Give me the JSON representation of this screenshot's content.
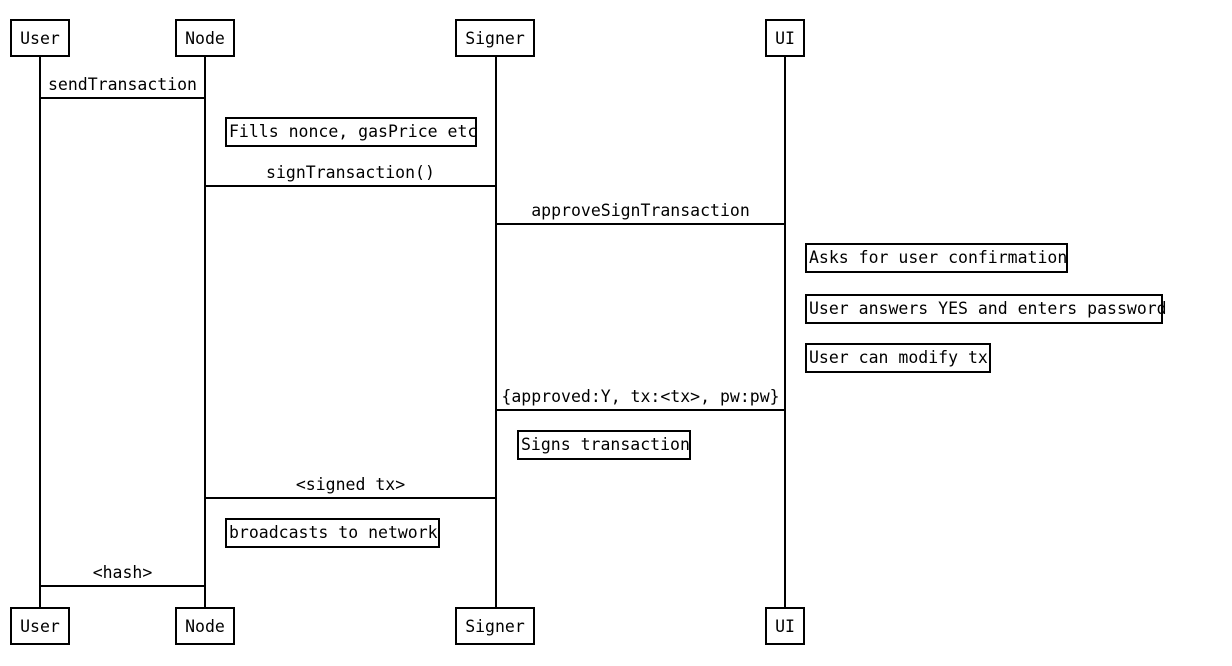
{
  "diagram": {
    "type": "sequence",
    "colors": {
      "background": "#ffffff",
      "stroke": "#000000",
      "text": "#000000"
    },
    "actors": [
      {
        "name": "User"
      },
      {
        "name": "Node"
      },
      {
        "name": "Signer"
      },
      {
        "name": "UI"
      }
    ],
    "messages": [
      {
        "kind": "message",
        "from": "User",
        "to": "Node",
        "label": "sendTransaction"
      },
      {
        "kind": "note",
        "on": "Node",
        "label": "Fills nonce, gasPrice etc"
      },
      {
        "kind": "message",
        "from": "Node",
        "to": "Signer",
        "label": "signTransaction()"
      },
      {
        "kind": "message",
        "from": "Signer",
        "to": "UI",
        "label": "approveSignTransaction"
      },
      {
        "kind": "note",
        "on": "UI",
        "label": "Asks for user confirmation"
      },
      {
        "kind": "note",
        "on": "UI",
        "label": "User answers YES and enters password"
      },
      {
        "kind": "note",
        "on": "UI",
        "label": "User can modify tx"
      },
      {
        "kind": "message",
        "from": "UI",
        "to": "Signer",
        "label": "{approved:Y, tx:<tx>, pw:pw}"
      },
      {
        "kind": "note",
        "on": "Signer",
        "label": "Signs transaction"
      },
      {
        "kind": "message",
        "from": "Signer",
        "to": "Node",
        "label": "<signed tx>"
      },
      {
        "kind": "note",
        "on": "Node",
        "label": "broadcasts to network"
      },
      {
        "kind": "message",
        "from": "Node",
        "to": "User",
        "label": "<hash>"
      }
    ]
  }
}
